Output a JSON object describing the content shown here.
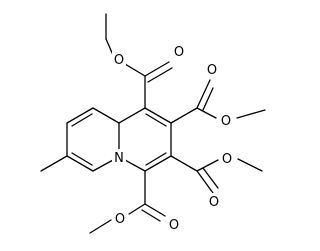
{
  "molecule": {
    "atoms": {
      "O1": "O",
      "O2": "O",
      "O3": "O",
      "O4": "O",
      "O5": "O",
      "O6": "O",
      "O7": "O",
      "O8": "O",
      "N1": "N"
    }
  }
}
